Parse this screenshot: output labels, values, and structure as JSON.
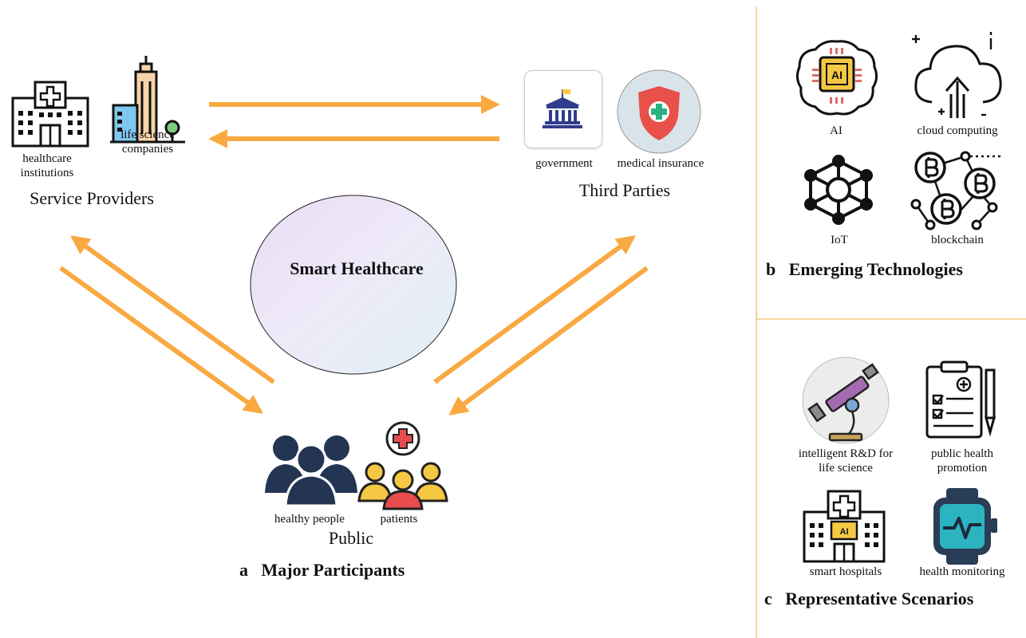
{
  "participants": {
    "service_providers": {
      "title": "Service Providers",
      "healthcare_institutions": "healthcare institutions",
      "life_science_companies": "life science companies"
    },
    "third_parties": {
      "title": "Third Parties",
      "government": "government",
      "medical_insurance": "medical insurance"
    },
    "public": {
      "title": "Public",
      "healthy_people": "healthy people",
      "patients": "patients"
    },
    "center": "Smart Healthcare",
    "caption_letter": "a",
    "caption": "Major Participants"
  },
  "technologies": {
    "caption_letter": "b",
    "caption": "Emerging Technologies",
    "ai": "AI",
    "ai_chip_text": "AI",
    "cloud": "cloud computing",
    "iot": "IoT",
    "blockchain": "blockchain"
  },
  "scenarios": {
    "caption_letter": "c",
    "caption": "Representative Scenarios",
    "rnd": "intelligent R&D for life science",
    "public_health": "public health promotion",
    "smart_hospitals": "smart hospitals",
    "smart_hospital_sign": "AI",
    "monitoring": "health monitoring"
  },
  "colors": {
    "arrow": "#f9a942",
    "divider": "#f0c878",
    "navy": "#243554",
    "red": "#e84c4c",
    "yellow": "#f5c843",
    "teal": "#2bb3c0"
  }
}
